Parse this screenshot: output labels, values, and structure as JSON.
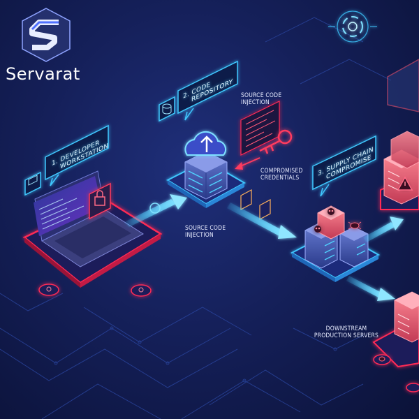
{
  "brand": {
    "name": "Servarat"
  },
  "stages": {
    "workstation": {
      "number": "1.",
      "line1": "Developer",
      "line2": "Workstation"
    },
    "repository": {
      "number": "2.",
      "line1": "Code",
      "line2": "Repository"
    },
    "supply_chain": {
      "number": "3.",
      "line1": "Supply Chain",
      "line2": "Compromise"
    }
  },
  "annotations": {
    "source_injection_top": {
      "line1": "Source Code",
      "line2": "Injection"
    },
    "compromised_credentials": {
      "line1": "Compromised",
      "line2": "Credentials"
    },
    "source_injection_bottom": {
      "line1": "Source Code",
      "line2": "Injection"
    },
    "downstream": {
      "line1": "Downstream",
      "line2": "Production Servers"
    }
  },
  "icons": [
    "lock-icon",
    "cloud-upload-icon",
    "key-icon",
    "document-icon",
    "skull-icon",
    "bug-icon",
    "warning-icon",
    "database-icon",
    "monitor-icon"
  ],
  "colors": {
    "neon_blue": "#3fc8ff",
    "neon_red": "#ff2b55",
    "background": "#15205a",
    "server_red": "#ff6b7d"
  }
}
